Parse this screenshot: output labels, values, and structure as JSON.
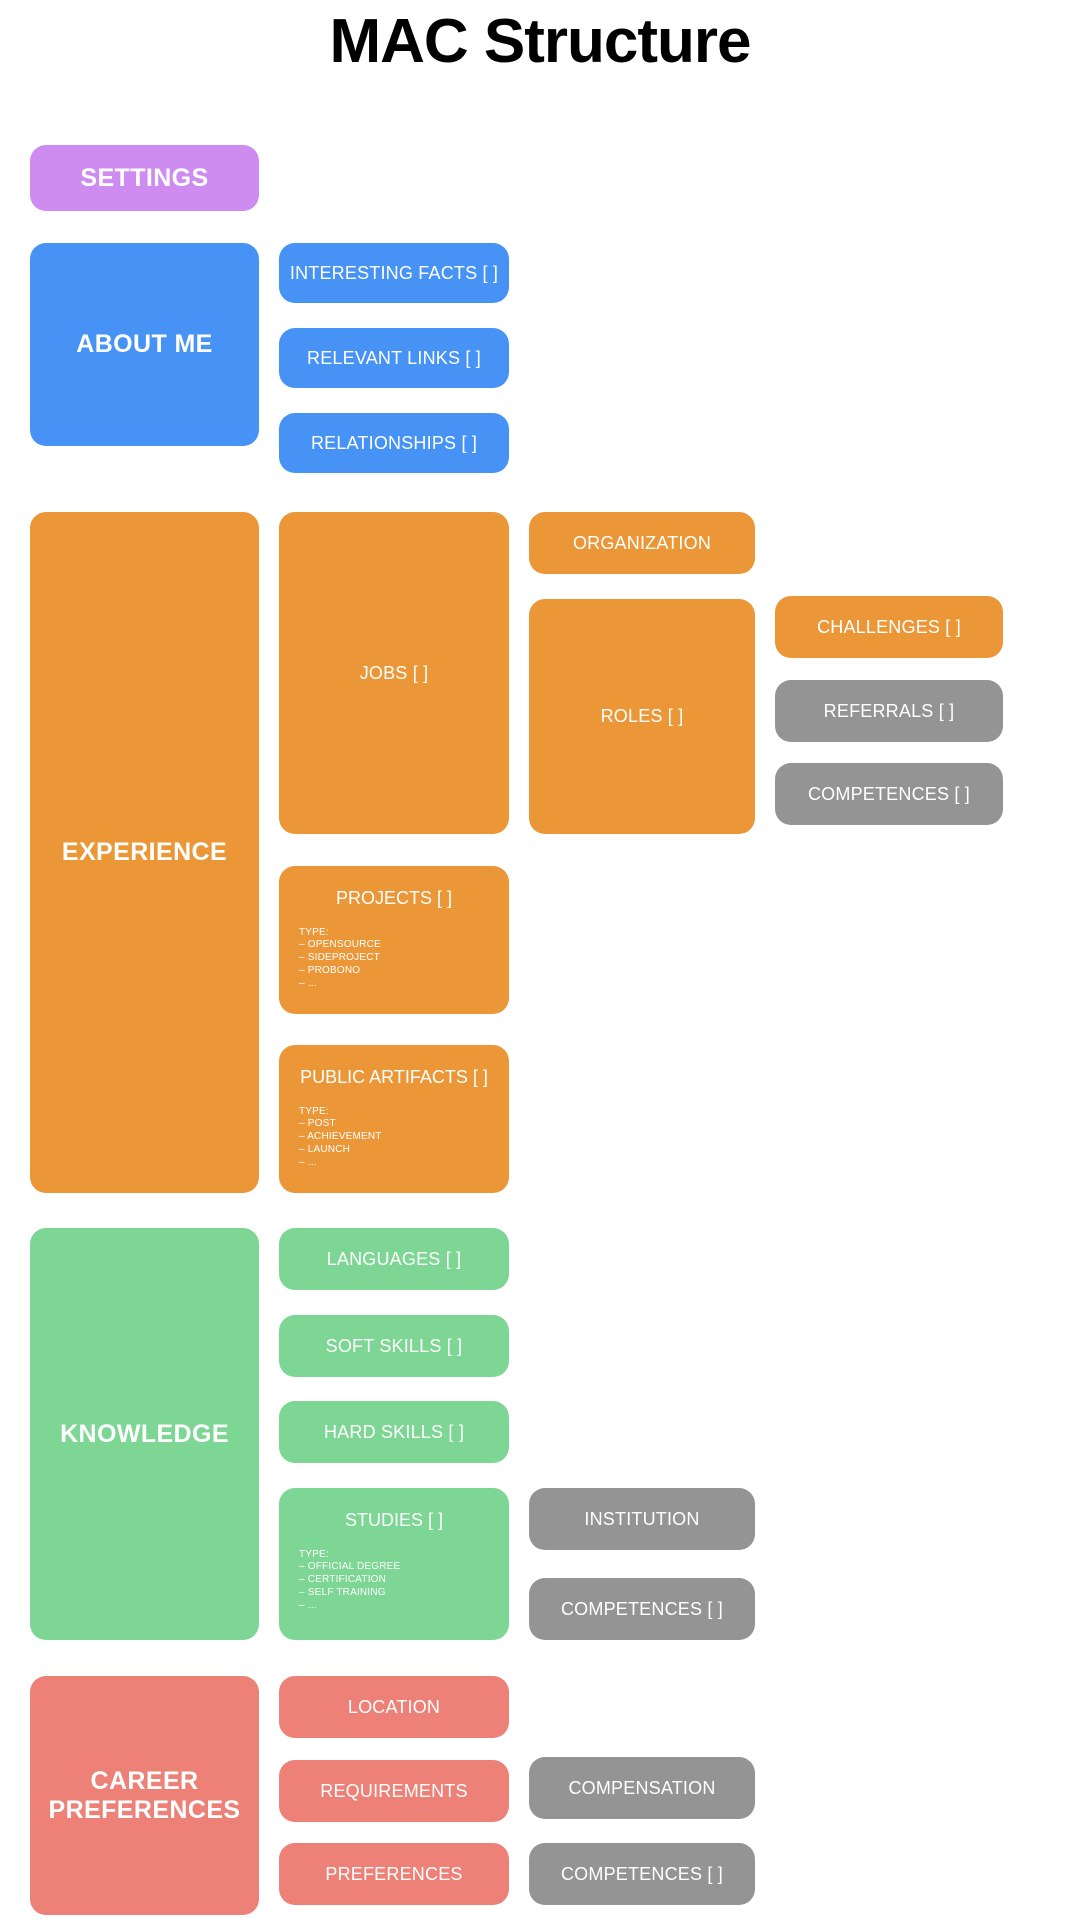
{
  "page": {
    "title": "MAC Structure"
  },
  "colors": {
    "purple": "#ce8bf0",
    "blue": "#4693f5",
    "orange": "#eb9738",
    "green": "#7dd694",
    "red": "#ed8177",
    "gray": "#949494",
    "text": "#ffffff",
    "title": "#000000",
    "background": "#ffffff"
  },
  "sections": {
    "settings": {
      "label": "SETTINGS"
    },
    "about_me": {
      "label": "ABOUT ME",
      "children": [
        {
          "label": "INTERESTING FACTS [ ]"
        },
        {
          "label": "RELEVANT LINKS [ ]"
        },
        {
          "label": "RELATIONSHIPS [ ]"
        }
      ]
    },
    "experience": {
      "label": "EXPERIENCE",
      "jobs": {
        "label": "JOBS [ ]"
      },
      "organization": {
        "label": "ORGANIZATION"
      },
      "roles": {
        "label": "ROLES [ ]"
      },
      "challenges": {
        "label": "CHALLENGES [ ]"
      },
      "referrals": {
        "label": "REFERRALS [ ]"
      },
      "competences": {
        "label": "COMPETENCES [ ]"
      },
      "projects": {
        "label": "PROJECTS [ ]",
        "type_label": "TYPE:",
        "types": [
          "–  OPENSOURCE",
          "–  SIDEPROJECT",
          "–  PROBONO",
          "–  ..."
        ]
      },
      "public_artifacts": {
        "label": "PUBLIC ARTIFACTS [ ]",
        "type_label": "TYPE:",
        "types": [
          "–  POST",
          "–  ACHIEVEMENT",
          "–  LAUNCH",
          "–  ..."
        ]
      }
    },
    "knowledge": {
      "label": "KNOWLEDGE",
      "languages": {
        "label": "LANGUAGES [ ]"
      },
      "soft_skills": {
        "label": "SOFT SKILLS [ ]"
      },
      "hard_skills": {
        "label": "HARD SKILLS [ ]"
      },
      "studies": {
        "label": "STUDIES [ ]",
        "type_label": "TYPE:",
        "types": [
          "–  OFFICIAL DEGREE",
          "–  CERTIFICATION",
          "–  SELF TRAINING",
          "–  ..."
        ]
      },
      "institution": {
        "label": "INSTITUTION"
      },
      "competences": {
        "label": "COMPETENCES [ ]"
      }
    },
    "career_preferences": {
      "label": "CAREER\nPREFERENCES",
      "location": {
        "label": "LOCATION"
      },
      "requirements": {
        "label": "REQUIREMENTS"
      },
      "preferences": {
        "label": "PREFERENCES"
      },
      "compensation": {
        "label": "COMPENSATION"
      },
      "competences": {
        "label": "COMPETENCES [ ]"
      }
    }
  }
}
